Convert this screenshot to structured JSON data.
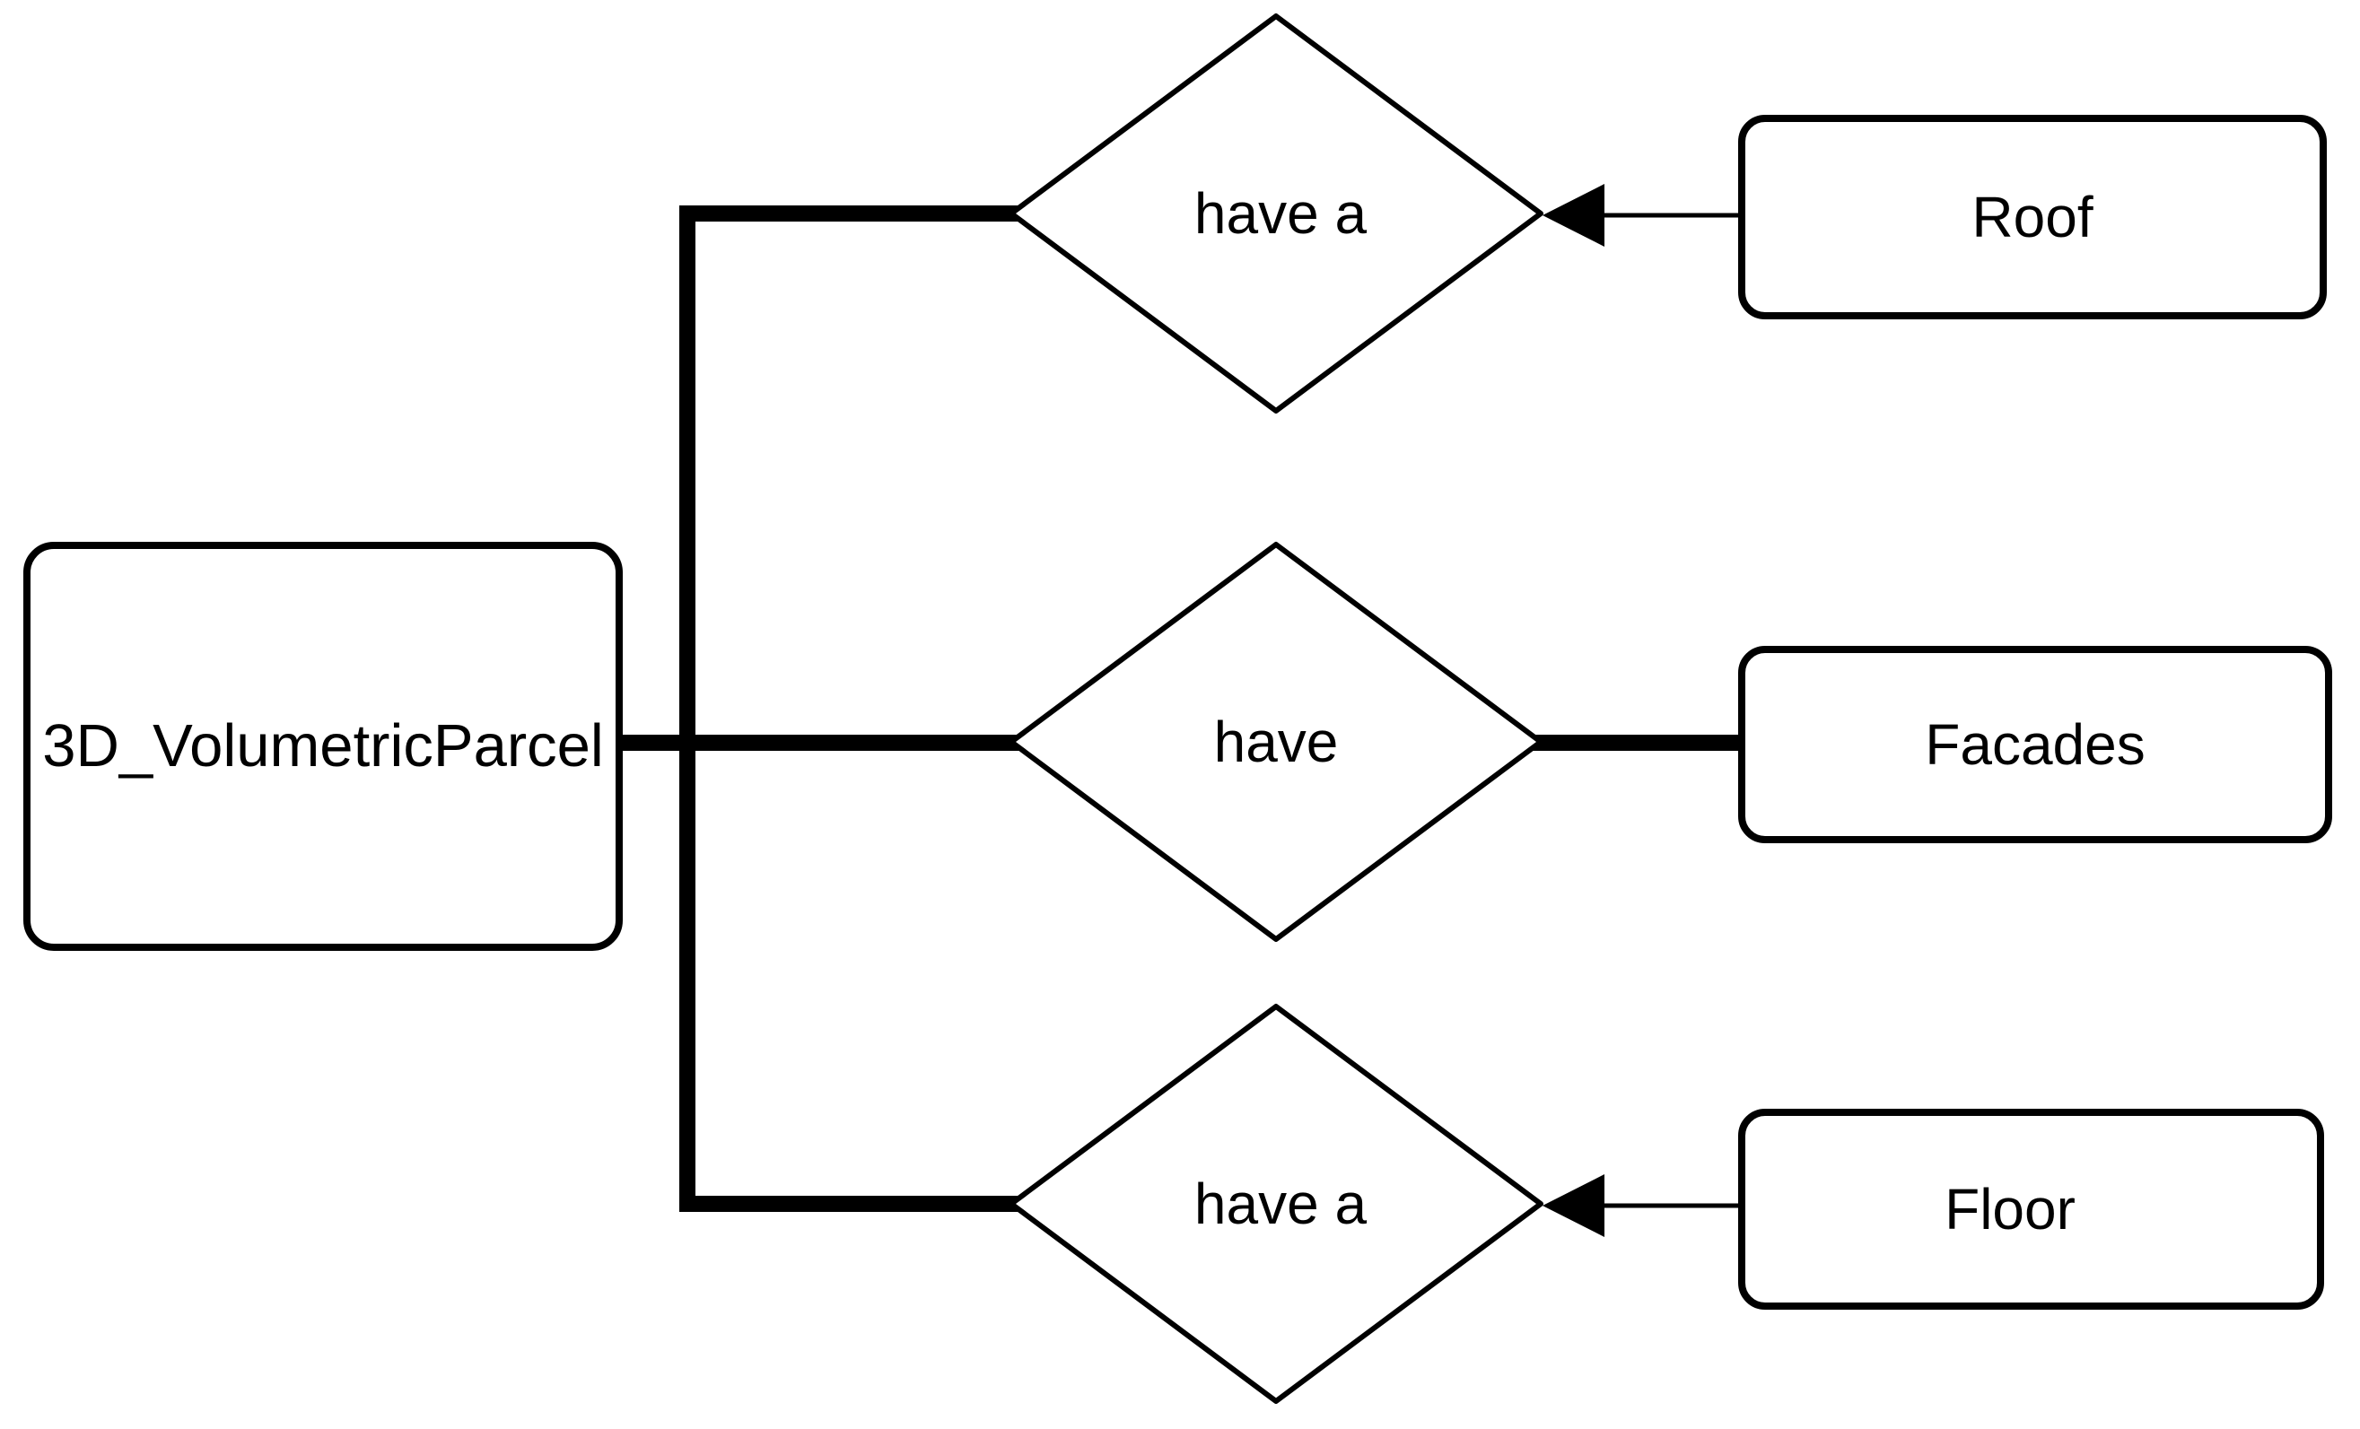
{
  "diagram": {
    "type": "entity-relationship",
    "colors": {
      "background": "#ffffff",
      "stroke": "#000000",
      "text": "#000000"
    },
    "source_entity": {
      "label": "3D_VolumetricParcel"
    },
    "rows": [
      {
        "relationship": "have a",
        "entity": "Roof",
        "arrow_into_relationship": true,
        "left_link_style": "thick",
        "right_link_style": "thin-arrow"
      },
      {
        "relationship": "have",
        "entity": "Facades",
        "arrow_into_relationship": false,
        "left_link_style": "thick",
        "right_link_style": "thick"
      },
      {
        "relationship": "have a",
        "entity": "Floor",
        "arrow_into_relationship": true,
        "left_link_style": "thick",
        "right_link_style": "thin-arrow"
      }
    ]
  }
}
